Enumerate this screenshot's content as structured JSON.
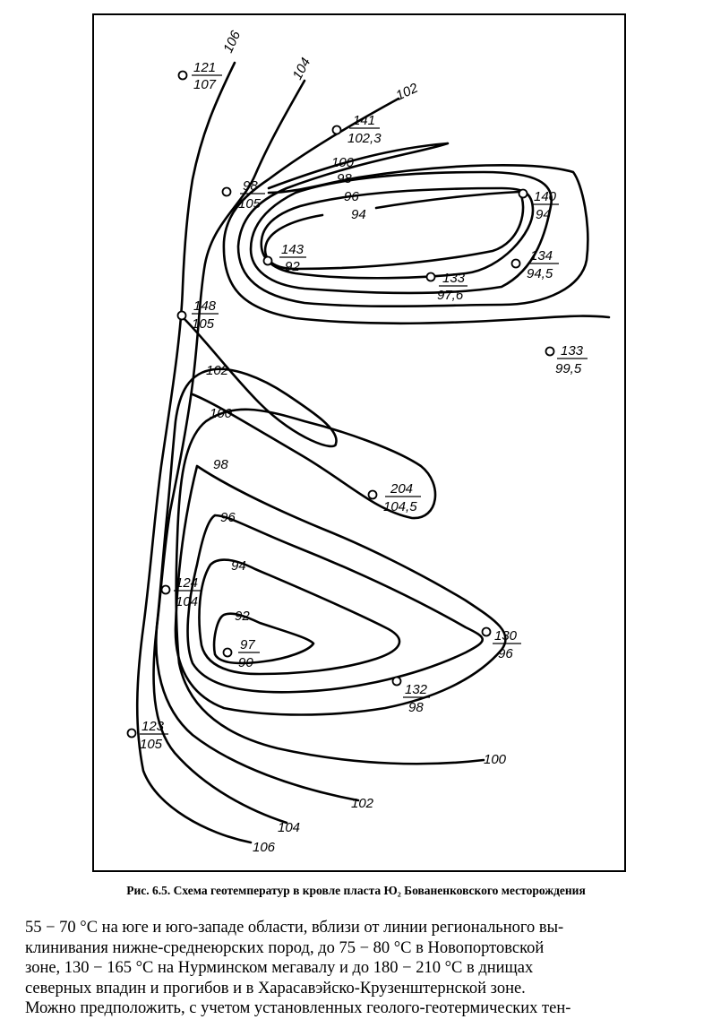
{
  "figure": {
    "isoline_labels": {
      "top_106": "106",
      "top_104": "104",
      "top_102": "102",
      "n_100": "100",
      "n_98": "98",
      "n_96": "96",
      "n_94": "94",
      "m_102": "102",
      "m_100": "100",
      "m_98": "98",
      "s_96": "96",
      "s_94": "94",
      "s_92": "92",
      "b_100": "100",
      "b_102": "102",
      "b_104": "104",
      "b_106": "106"
    },
    "wells": [
      {
        "top": "121",
        "bottom": "107"
      },
      {
        "top": "141",
        "bottom": "102,3"
      },
      {
        "top": "98",
        "bottom": "105"
      },
      {
        "top": "140",
        "bottom": "94"
      },
      {
        "top": "143",
        "bottom": "92"
      },
      {
        "top": "134",
        "bottom": "94,5"
      },
      {
        "top": "133",
        "bottom": "97,6"
      },
      {
        "top": "148",
        "bottom": "105"
      },
      {
        "top": "133",
        "bottom": "99,5"
      },
      {
        "top": "204",
        "bottom": "104,5"
      },
      {
        "top": "124",
        "bottom": "104"
      },
      {
        "top": "130",
        "bottom": "96"
      },
      {
        "top": "97",
        "bottom": "90"
      },
      {
        "top": "132",
        "bottom": "98"
      },
      {
        "top": "123",
        "bottom": "105"
      }
    ]
  },
  "caption": "Рис. 6.5. Схема геотемператур в кровле пласта Ю₂ Бованенковского месторождения",
  "body_lines": [
    "55 − 70 °С на юге и юго-западе области, вблизи от линии регионального вы-",
    "клинивания нижне-среднеюрских пород, до 75 − 80 °С в Новопортовской",
    "зоне, 130 − 165 °С на Нурминском мегавалу и до 180 − 210 °С в днищах",
    "северных впадин и прогибов и в Харасавэйско-Крузенштернской зоне.",
    "Можно предположить, с учетом установленных геолого-геотермических тен-"
  ]
}
